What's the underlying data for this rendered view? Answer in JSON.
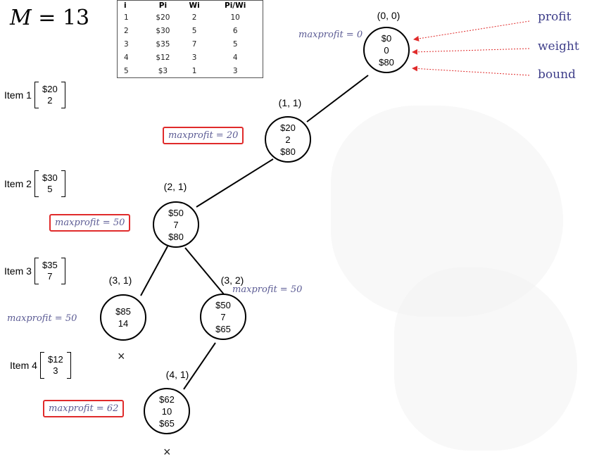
{
  "capacity": {
    "symbol": "M",
    "equals": "=",
    "value": "13"
  },
  "table": {
    "headers": [
      "i",
      "Pi",
      "Wi",
      "Pi/Wi"
    ],
    "rows": [
      [
        "1",
        "$20",
        "2",
        "10"
      ],
      [
        "2",
        "$30",
        "5",
        "6"
      ],
      [
        "3",
        "$35",
        "7",
        "5"
      ],
      [
        "4",
        "$12",
        "3",
        "4"
      ],
      [
        "5",
        "$3",
        "1",
        "3"
      ]
    ]
  },
  "items": [
    {
      "label": "Item 1",
      "profit": "$20",
      "weight": "2"
    },
    {
      "label": "Item 2",
      "profit": "$30",
      "weight": "5"
    },
    {
      "label": "Item 3",
      "profit": "$35",
      "weight": "7"
    },
    {
      "label": "Item 4",
      "profit": "$12",
      "weight": "3"
    }
  ],
  "nodes": [
    {
      "id": "(0, 0)",
      "profit": "$0",
      "weight": "0",
      "bound": "$80"
    },
    {
      "id": "(1, 1)",
      "profit": "$20",
      "weight": "2",
      "bound": "$80"
    },
    {
      "id": "(2, 1)",
      "profit": "$50",
      "weight": "7",
      "bound": "$80"
    },
    {
      "id": "(3, 1)",
      "profit": "$85",
      "weight": "14",
      "bound": ""
    },
    {
      "id": "(3, 2)",
      "profit": "$50",
      "weight": "7",
      "bound": "$65"
    },
    {
      "id": "(4, 1)",
      "profit": "$62",
      "weight": "10",
      "bound": "$65"
    }
  ],
  "maxprofit_labels": [
    "maxprofit = 0",
    "maxprofit = 20",
    "maxprofit = 50",
    "maxprofit = 50",
    "maxprofit = 50",
    "maxprofit = 62"
  ],
  "annotations": {
    "profit": "profit",
    "weight": "weight",
    "bound": "bound"
  },
  "pruned_mark": "×",
  "colors": {
    "highlight_box": "#e02b2b",
    "annotation_text": "#3f3f8a",
    "maxprofit_text": "#5b5b94",
    "arrow": "#e02b2b"
  }
}
